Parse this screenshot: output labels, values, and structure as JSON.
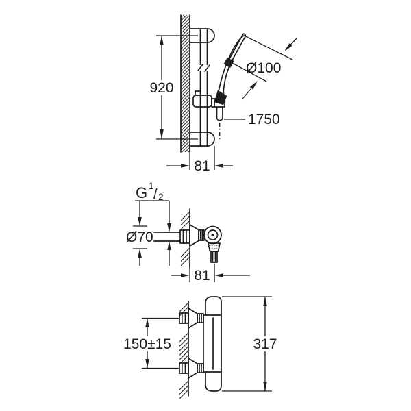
{
  "colors": {
    "background": "#ffffff",
    "ink": "#1d1d1d"
  },
  "drawings": {
    "shower_rail_set": {
      "dims": {
        "rail_length": "920",
        "head_diameter": "Ø100",
        "hose_length": "1750",
        "wall_offset": "81"
      }
    },
    "wall_union": {
      "thread": {
        "letter": "G",
        "numerator": "1",
        "slash": "/",
        "denominator": "2"
      },
      "dims": {
        "escutcheon_diameter": "Ø70",
        "wall_offset": "81"
      }
    },
    "thermostat": {
      "dims": {
        "connection_spread": "150±15",
        "total_height": "317"
      }
    }
  }
}
